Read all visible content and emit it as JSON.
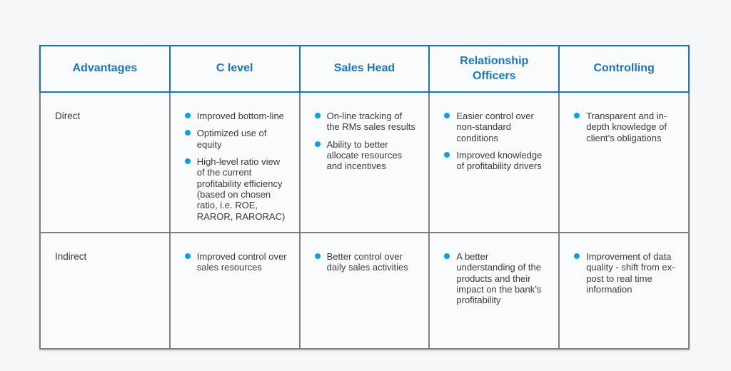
{
  "chart_data": {
    "type": "table",
    "columns": [
      "Advantages",
      "C level",
      "Sales Head",
      "Relationship Officers",
      "Controlling"
    ],
    "rows": [
      {
        "label": "Direct",
        "cells": [
          [
            "Improved bottom-line",
            "Optimized use of equity",
            "High-level ratio view of the current profitability efficiency (based on chosen ratio, i.e. ROE, RAROR, RARORAC)"
          ],
          [
            "On-line tracking of the RMs sales results",
            "Ability to better allocate resources and incentives"
          ],
          [
            "Easier control over non-standard conditions",
            "Improved knowledge of profitability drivers"
          ],
          [
            "Transparent and in-depth knowledge of client’s obligations"
          ]
        ]
      },
      {
        "label": "Indirect",
        "cells": [
          [
            "Improved control over sales resources"
          ],
          [
            "Better control over daily sales activities"
          ],
          [
            "A better understanding of the products and their impact on the bank’s profitability"
          ],
          [
            "Improvement of data quality - shift from ex-post to real time information"
          ]
        ]
      }
    ]
  },
  "colors": {
    "header_blue": "#1b76bb",
    "header_border": "#1a72b8",
    "bullet": "#0d9fe0",
    "body_border": "#7e7e82",
    "body_text": "#3a3a3c",
    "page_bg": "#f6f7f8",
    "cell_bg": "#fafbfc"
  }
}
